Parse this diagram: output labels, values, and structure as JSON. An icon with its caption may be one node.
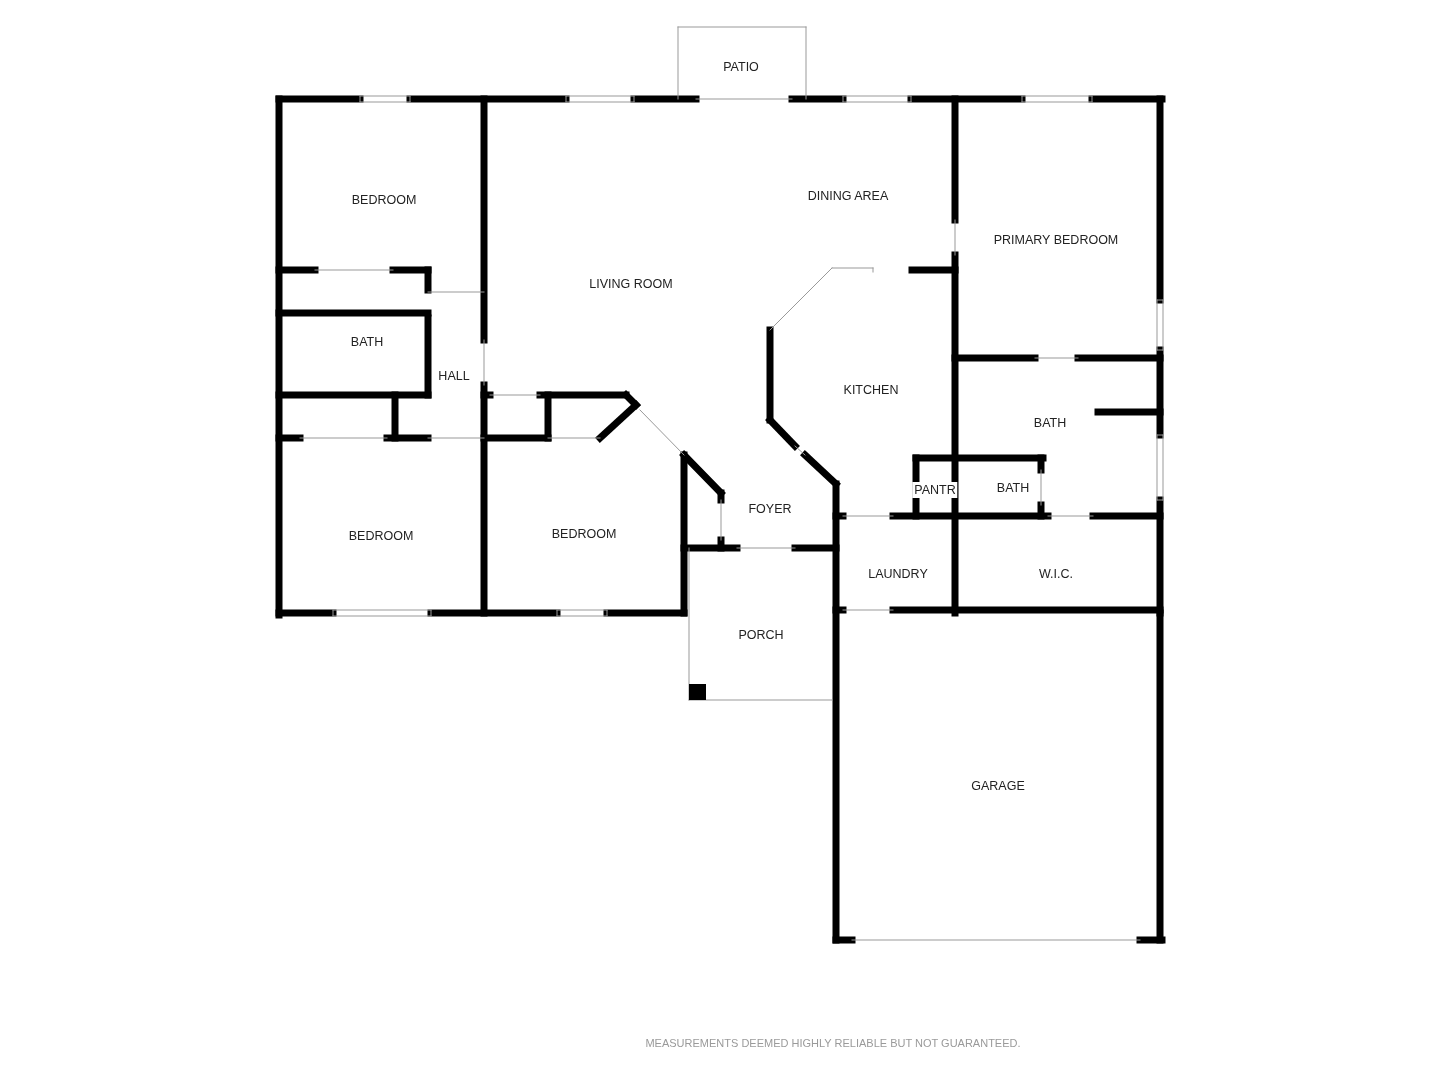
{
  "diagram": {
    "nodes": [
      {
        "text": [
          "PATIO"
        ]
      },
      {
        "text": [
          "BEDROOM"
        ]
      },
      {
        "text": [
          "LIVING ROOM"
        ]
      },
      {
        "text": [
          "DINING AREA"
        ]
      },
      {
        "text": [
          "PRIMARY BEDROOM"
        ]
      },
      {
        "text": [
          "BATH"
        ]
      },
      {
        "text": [
          "HALL"
        ]
      },
      {
        "text": [
          "KITCHEN"
        ]
      },
      {
        "text": [
          "BATH"
        ]
      },
      {
        "text": [
          "PANTR"
        ]
      },
      {
        "text": [
          "BATH"
        ]
      },
      {
        "text": [
          "FOYER"
        ]
      },
      {
        "text": [
          "BEDROOM"
        ]
      },
      {
        "text": [
          "BEDROOM"
        ]
      },
      {
        "text": [
          "LAUNDRY"
        ]
      },
      {
        "text": [
          "W.I.C."
        ]
      },
      {
        "text": [
          "PORCH"
        ]
      },
      {
        "text": [
          "GARAGE"
        ]
      }
    ],
    "labels": [
      "MEASUREMENTS DEEMED HIGHLY RELIABLE BUT NOT GUARANTEED."
    ]
  }
}
